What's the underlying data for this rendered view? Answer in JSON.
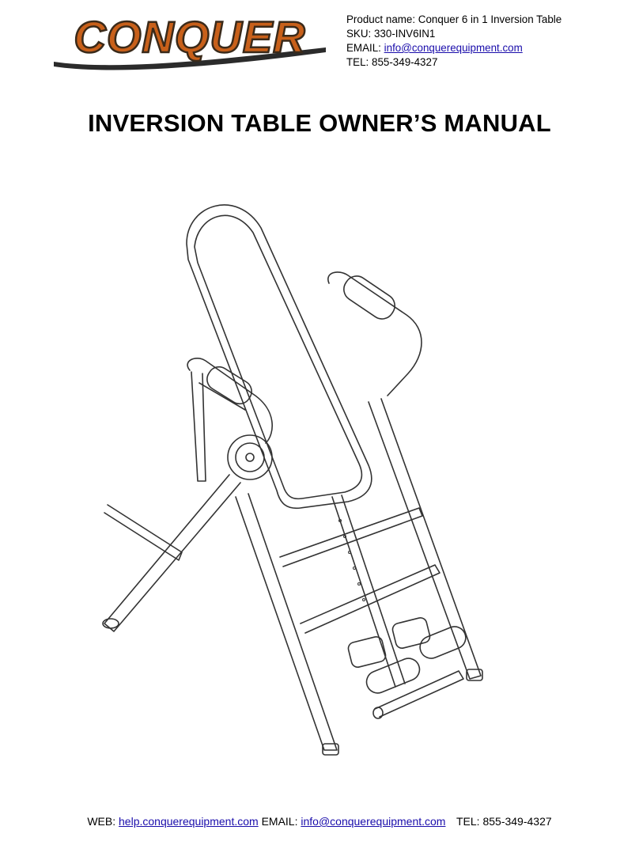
{
  "header": {
    "logo_text": "CONQUER",
    "product_name": "Product name: Conquer 6 in 1 Inversion Table",
    "sku": "SKU: 330-INV6IN1",
    "email_label": "EMAIL:",
    "email": "info@conquerequipment.com",
    "tel": "TEL: 855-349-4327"
  },
  "title": "INVERSION TABLE OWNER’S MANUAL",
  "footer": {
    "web_label": "WEB:",
    "web": "help.conquerequipment.com",
    "email_label": "EMAIL:",
    "email": "info@conquerequipment.com",
    "tel": "TEL: 855-349-4327"
  },
  "colors": {
    "logo_orange": "#c8601a",
    "logo_outline": "#3a2a1a",
    "link": "#1a0dab"
  },
  "icons": {
    "illustration": "inversion-table-line-drawing"
  }
}
